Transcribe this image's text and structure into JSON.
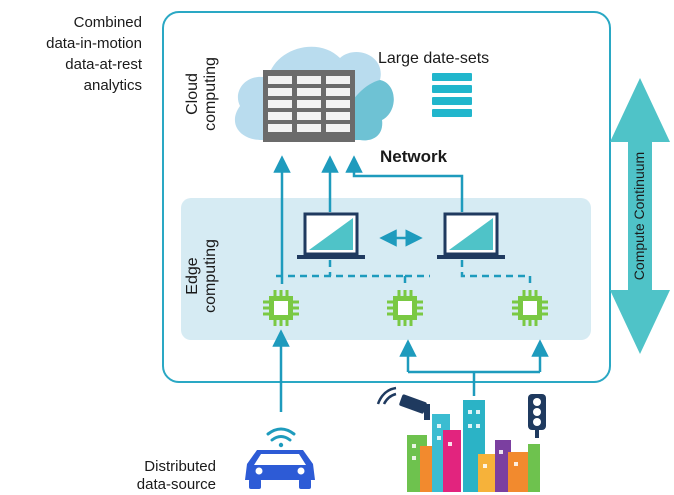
{
  "caption_combined": {
    "lines": [
      "Combined",
      "data-in-motion",
      "data-at-rest",
      "analytics"
    ]
  },
  "caption_distributed": {
    "lines": [
      "Distributed",
      "data-source"
    ]
  },
  "cloud": {
    "label_line1": "Cloud",
    "label_line2": "computing",
    "datasets_label": "Large date-sets"
  },
  "network_label": "Network",
  "edge": {
    "label_line1": "Edge",
    "label_line2": "computing"
  },
  "continuum_label": "Compute Continuum",
  "colors": {
    "teal": "#2aa8c4",
    "arrow_teal": "#1e9bbd",
    "edge_box": "#d6ebf3",
    "cloud_fill": "#b9dcee",
    "chip_green": "#7ac943",
    "continuum": "#4fc3c8",
    "car_blue": "#2d5bd6"
  }
}
